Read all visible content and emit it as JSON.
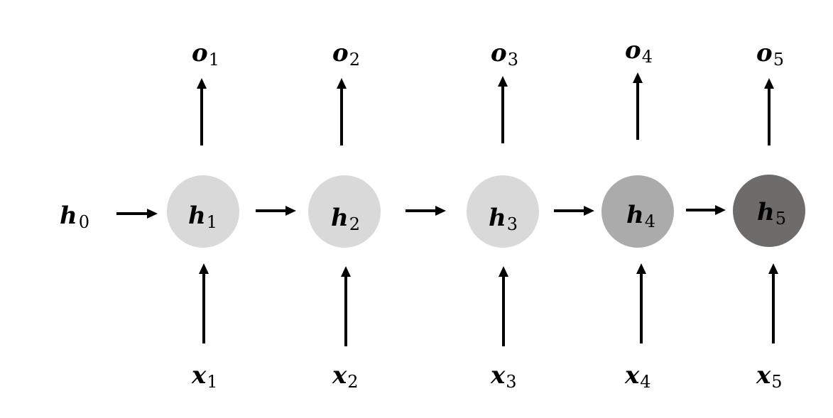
{
  "initial_state": {
    "symbol": "h",
    "index": "0"
  },
  "cells": [
    {
      "hidden": {
        "symbol": "h",
        "index": "1"
      },
      "input": {
        "symbol": "x",
        "index": "1"
      },
      "output": {
        "symbol": "o",
        "index": "1"
      },
      "fill": "#d9d9d9"
    },
    {
      "hidden": {
        "symbol": "h",
        "index": "2"
      },
      "input": {
        "symbol": "x",
        "index": "2"
      },
      "output": {
        "symbol": "o",
        "index": "2"
      },
      "fill": "#d9d9d9"
    },
    {
      "hidden": {
        "symbol": "h",
        "index": "3"
      },
      "input": {
        "symbol": "x",
        "index": "3"
      },
      "output": {
        "symbol": "o",
        "index": "3"
      },
      "fill": "#d9d9d9"
    },
    {
      "hidden": {
        "symbol": "h",
        "index": "4"
      },
      "input": {
        "symbol": "x",
        "index": "4"
      },
      "output": {
        "symbol": "o",
        "index": "4"
      },
      "fill": "#ababab"
    },
    {
      "hidden": {
        "symbol": "h",
        "index": "5"
      },
      "input": {
        "symbol": "x",
        "index": "5"
      },
      "output": {
        "symbol": "o",
        "index": "5"
      },
      "fill": "#6e6b6b"
    }
  ]
}
